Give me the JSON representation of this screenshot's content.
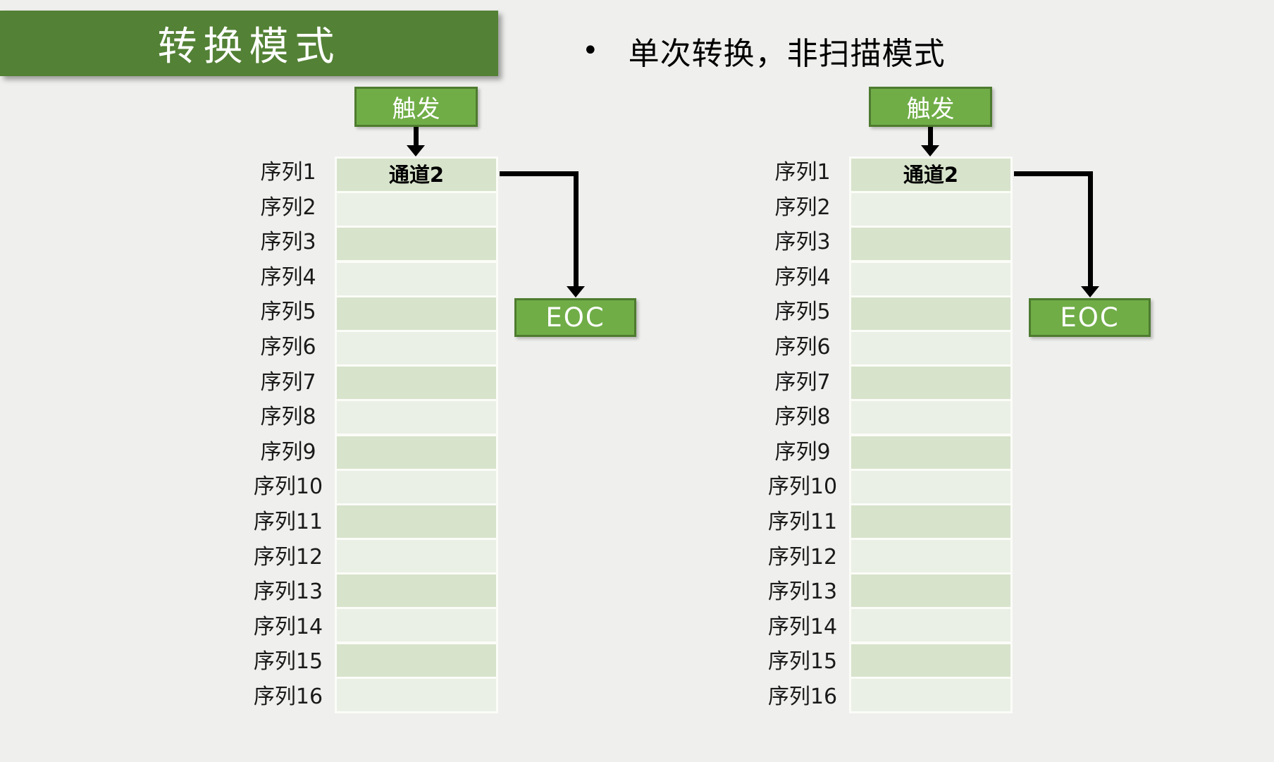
{
  "slide": {
    "title": "转换模式",
    "bullet": {
      "marker": "•",
      "text": "单次转换，非扫描模式"
    }
  },
  "colors": {
    "background": "#EFEFED",
    "title_banner": "#538135",
    "shape_fill": "#70AD47",
    "shape_border": "#4E7B2F",
    "row_odd": "#D7E3CB",
    "row_even": "#EBF0E6",
    "table_frame": "#FBFCF8",
    "arrow": "#000000",
    "text_on_green": "#FFFFFF",
    "text_dark": "#000000"
  },
  "diagrams": [
    {
      "name": "left",
      "trigger_label": "触发",
      "eoc_label": "EOC",
      "rows": [
        {
          "label": "序列1",
          "value": "通道2"
        },
        {
          "label": "序列2",
          "value": ""
        },
        {
          "label": "序列3",
          "value": ""
        },
        {
          "label": "序列4",
          "value": ""
        },
        {
          "label": "序列5",
          "value": ""
        },
        {
          "label": "序列6",
          "value": ""
        },
        {
          "label": "序列7",
          "value": ""
        },
        {
          "label": "序列8",
          "value": ""
        },
        {
          "label": "序列9",
          "value": ""
        },
        {
          "label": "序列10",
          "value": ""
        },
        {
          "label": "序列11",
          "value": ""
        },
        {
          "label": "序列12",
          "value": ""
        },
        {
          "label": "序列13",
          "value": ""
        },
        {
          "label": "序列14",
          "value": ""
        },
        {
          "label": "序列15",
          "value": ""
        },
        {
          "label": "序列16",
          "value": ""
        }
      ]
    },
    {
      "name": "right",
      "trigger_label": "触发",
      "eoc_label": "EOC",
      "rows": [
        {
          "label": "序列1",
          "value": "通道2"
        },
        {
          "label": "序列2",
          "value": ""
        },
        {
          "label": "序列3",
          "value": ""
        },
        {
          "label": "序列4",
          "value": ""
        },
        {
          "label": "序列5",
          "value": ""
        },
        {
          "label": "序列6",
          "value": ""
        },
        {
          "label": "序列7",
          "value": ""
        },
        {
          "label": "序列8",
          "value": ""
        },
        {
          "label": "序列9",
          "value": ""
        },
        {
          "label": "序列10",
          "value": ""
        },
        {
          "label": "序列11",
          "value": ""
        },
        {
          "label": "序列12",
          "value": ""
        },
        {
          "label": "序列13",
          "value": ""
        },
        {
          "label": "序列14",
          "value": ""
        },
        {
          "label": "序列15",
          "value": ""
        },
        {
          "label": "序列16",
          "value": ""
        }
      ]
    }
  ]
}
